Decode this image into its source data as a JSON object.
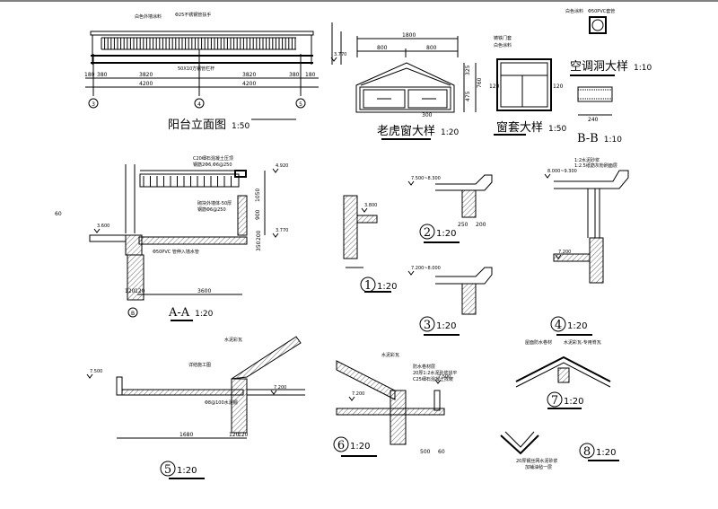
{
  "titles": [
    {
      "name": "balcony-elevation-title",
      "label": "阳台立面图",
      "scale": "1:50"
    },
    {
      "name": "dormer-window-title",
      "label": "老虎窗大样",
      "scale": "1:20"
    },
    {
      "name": "window-frame-title",
      "label": "窗套大样",
      "scale": "1:50"
    },
    {
      "name": "ac-hole-title",
      "label": "空调洞大样",
      "scale": "1:10"
    },
    {
      "name": "section-bb-title",
      "label": "B-B",
      "scale": "1:10"
    },
    {
      "name": "section-aa-title",
      "label": "A-A",
      "scale": "1:20"
    },
    {
      "name": "detail-1-title",
      "label": "1",
      "scale": "1:20"
    },
    {
      "name": "detail-2-title",
      "label": "2",
      "scale": "1:20"
    },
    {
      "name": "detail-3-title",
      "label": "3",
      "scale": "1:20"
    },
    {
      "name": "detail-4-title",
      "label": "4",
      "scale": "1:20"
    },
    {
      "name": "detail-5-title",
      "label": "5",
      "scale": "1:20"
    },
    {
      "name": "detail-6-title",
      "label": "6",
      "scale": "1:20"
    },
    {
      "name": "detail-7-title",
      "label": "7",
      "scale": "1:20"
    },
    {
      "name": "detail-8-title",
      "label": "8",
      "scale": "1:20"
    }
  ],
  "axes": [
    "3",
    "4",
    "5",
    "B"
  ],
  "dimensions": [
    "180",
    "380",
    "3820",
    "3820",
    "380",
    "180",
    "4200",
    "4200",
    "1800",
    "800",
    "800",
    "325",
    "475",
    "760",
    "120",
    "120",
    "240",
    "3600",
    "120",
    "120",
    "1680",
    "120",
    "120",
    "500",
    "60",
    "200",
    "250",
    "300",
    "1050",
    "900",
    "60",
    "200",
    "350"
  ],
  "elevations": [
    "3.770",
    "4.920",
    "3.770",
    "3.800",
    "3.600",
    "7.500~8.300",
    "7.200~8.000",
    "8.000~9.300",
    "7.200",
    "7.500",
    "7.200",
    "7.200",
    "7.500"
  ],
  "notes": [
    "白色外墙涂料",
    "Φ25不锈钢管扶手",
    "50X10方钢管栏杆",
    "C20细石混凝土压顶",
    "钢筋2Φ6,Φ6@250",
    "砌块外墙体-50厚",
    "钢筋Φ6@250",
    "Φ50PVC 管伸入墙水管",
    "Φ50PVC套管",
    "铸铁门套",
    "白色涂料",
    "白色涂料",
    "1:2水泥砂浆",
    "1:2.5纸筋灰粉刷面层",
    "详结施工图",
    "水泥彩瓦",
    "Φ8@100水泥钢",
    "水泥彩瓦",
    "防水卷材层",
    "20厚1:2水泥砂浆找平",
    "C25细石混凝土找坡",
    "屋面防水卷材",
    "水泥彩瓦-专用脊瓦",
    "20厚钢丝网水泥砂浆",
    "加铺油毡一层"
  ]
}
